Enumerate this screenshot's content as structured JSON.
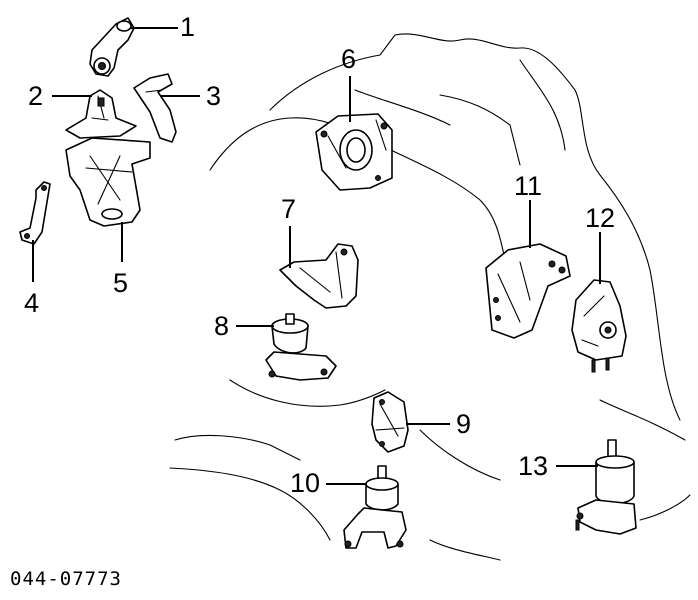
{
  "diagram": {
    "callouts": [
      {
        "id": "1",
        "label": "1"
      },
      {
        "id": "2",
        "label": "2"
      },
      {
        "id": "3",
        "label": "3"
      },
      {
        "id": "4",
        "label": "4"
      },
      {
        "id": "5",
        "label": "5"
      },
      {
        "id": "6",
        "label": "6"
      },
      {
        "id": "7",
        "label": "7"
      },
      {
        "id": "8",
        "label": "8"
      },
      {
        "id": "9",
        "label": "9"
      },
      {
        "id": "10",
        "label": "10"
      },
      {
        "id": "11",
        "label": "11"
      },
      {
        "id": "12",
        "label": "12"
      },
      {
        "id": "13",
        "label": "13"
      }
    ],
    "reference_code": "044-07773"
  }
}
